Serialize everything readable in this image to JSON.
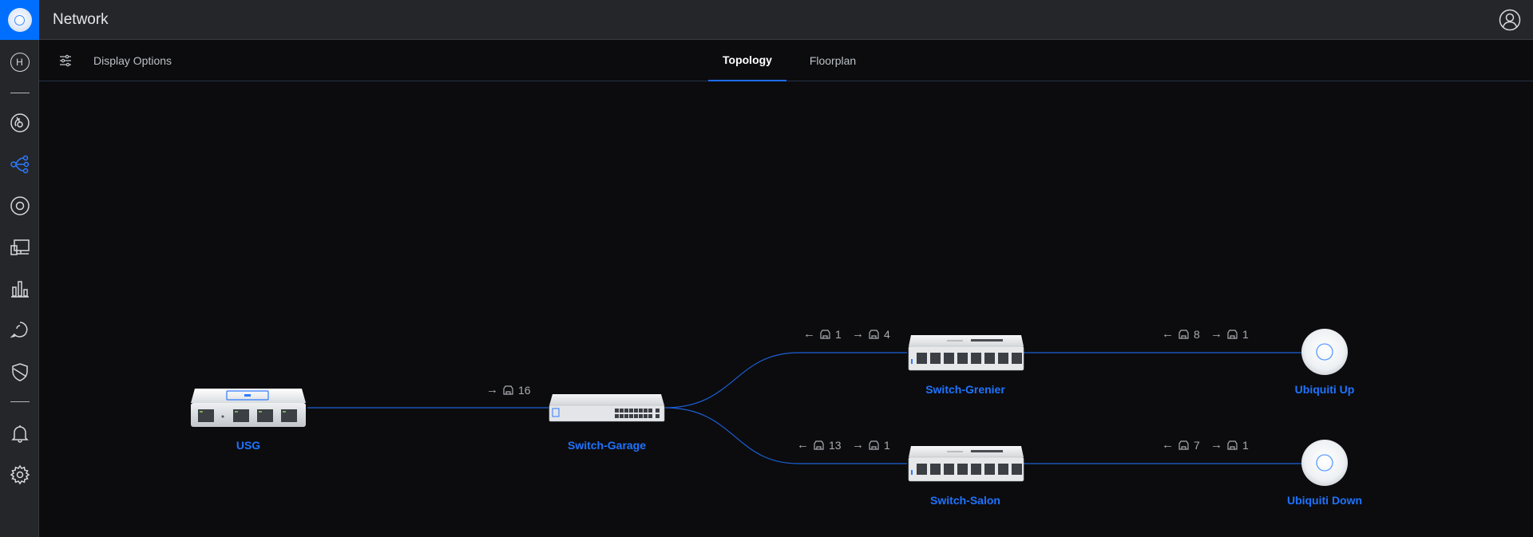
{
  "header": {
    "title": "Network"
  },
  "sidebar": {
    "home_letter": "H",
    "items": [
      {
        "icon": "dashboard-icon"
      },
      {
        "icon": "topology-icon",
        "active": true
      },
      {
        "icon": "devices-icon"
      },
      {
        "icon": "clients-icon"
      },
      {
        "icon": "statistics-icon"
      },
      {
        "icon": "insights-icon"
      },
      {
        "icon": "threat-management-icon"
      },
      {
        "icon": "alerts-icon"
      },
      {
        "icon": "settings-icon"
      }
    ]
  },
  "subbar": {
    "display_options_label": "Display Options",
    "tabs": [
      {
        "label": "Topology",
        "active": true
      },
      {
        "label": "Floorplan",
        "active": false
      }
    ]
  },
  "topology": {
    "nodes": {
      "usg": {
        "label": "USG"
      },
      "garage": {
        "label": "Switch-Garage"
      },
      "grenier": {
        "label": "Switch-Grenier"
      },
      "salon": {
        "label": "Switch-Salon"
      },
      "ap_up": {
        "label": "Ubiquiti Up"
      },
      "ap_down": {
        "label": "Ubiquiti Down"
      }
    },
    "stats": {
      "usg_garage_down": "16",
      "garage_grenier_up": "1",
      "garage_grenier_down": "4",
      "garage_salon_up": "13",
      "garage_salon_down": "1",
      "grenier_apup_up": "8",
      "grenier_apup_down": "1",
      "salon_apdown_up": "7",
      "salon_apdown_down": "1"
    },
    "arrows": {
      "up": "←",
      "down": "→"
    }
  },
  "colors": {
    "accent": "#1f73ff",
    "link": "#1c5fd6",
    "background": "#0c0c0e",
    "chrome": "#252629"
  }
}
